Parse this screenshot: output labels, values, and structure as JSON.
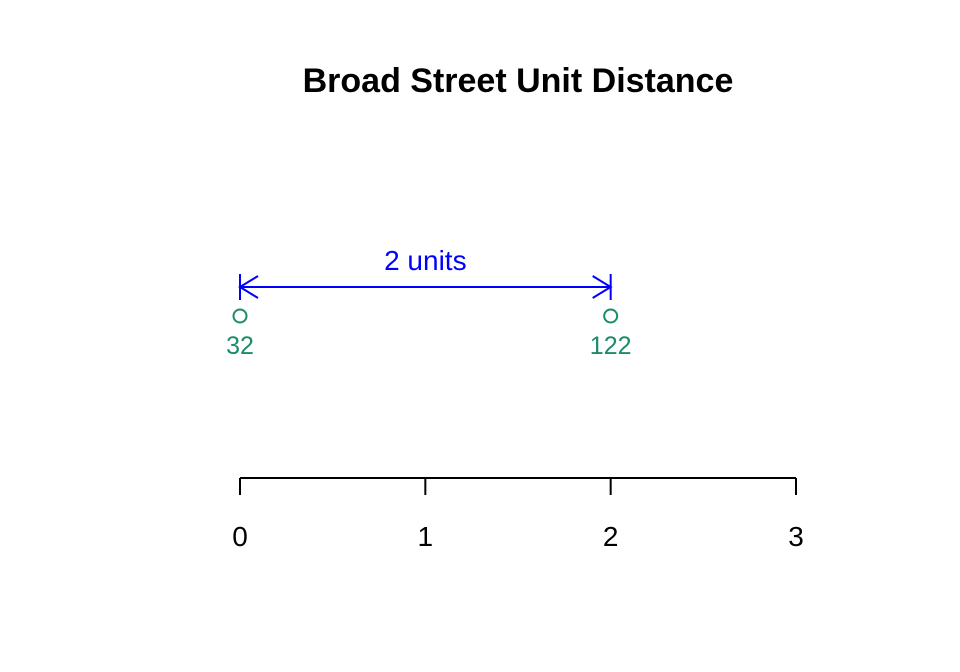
{
  "chart_data": {
    "type": "scatter",
    "title": "Broad Street Unit Distance",
    "xlabel": "",
    "ylabel": "",
    "xlim": [
      0,
      3
    ],
    "xticks": [
      0,
      1,
      2,
      3
    ],
    "xtick_labels": [
      "0",
      "1",
      "2",
      "3"
    ],
    "grid": false,
    "points": [
      {
        "x": 0,
        "label": "32"
      },
      {
        "x": 2,
        "label": "122"
      }
    ],
    "annotation": {
      "type": "double-arrow",
      "from_x": 0,
      "to_x": 2,
      "text": "2 units",
      "color": "#0000ff"
    },
    "point_color": "#1a8c6a",
    "axis_color": "#000000"
  }
}
